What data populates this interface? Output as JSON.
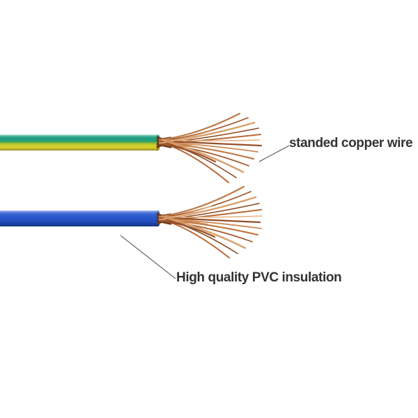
{
  "image": {
    "description": "Two stripped electrical wires with stranded copper conductors exposed",
    "background": "#ffffff"
  },
  "labels": {
    "copper": "standed copper wire",
    "insulation": "High quality PVC insulation"
  },
  "wires": [
    {
      "name": "earth-wire",
      "insulation_color_name": "green-yellow",
      "conductor": "stranded copper"
    },
    {
      "name": "blue-wire",
      "insulation_color_name": "blue",
      "conductor": "stranded copper"
    }
  ],
  "colors": {
    "text": "#333333",
    "pointer_line": "#6e6e6e",
    "earth_green": "#1d9c7f",
    "earth_yellow": "#d6d02b",
    "blue_insulation": "#2a57cd",
    "copper_light": "#d79e68",
    "copper_dark": "#8a4a24"
  }
}
